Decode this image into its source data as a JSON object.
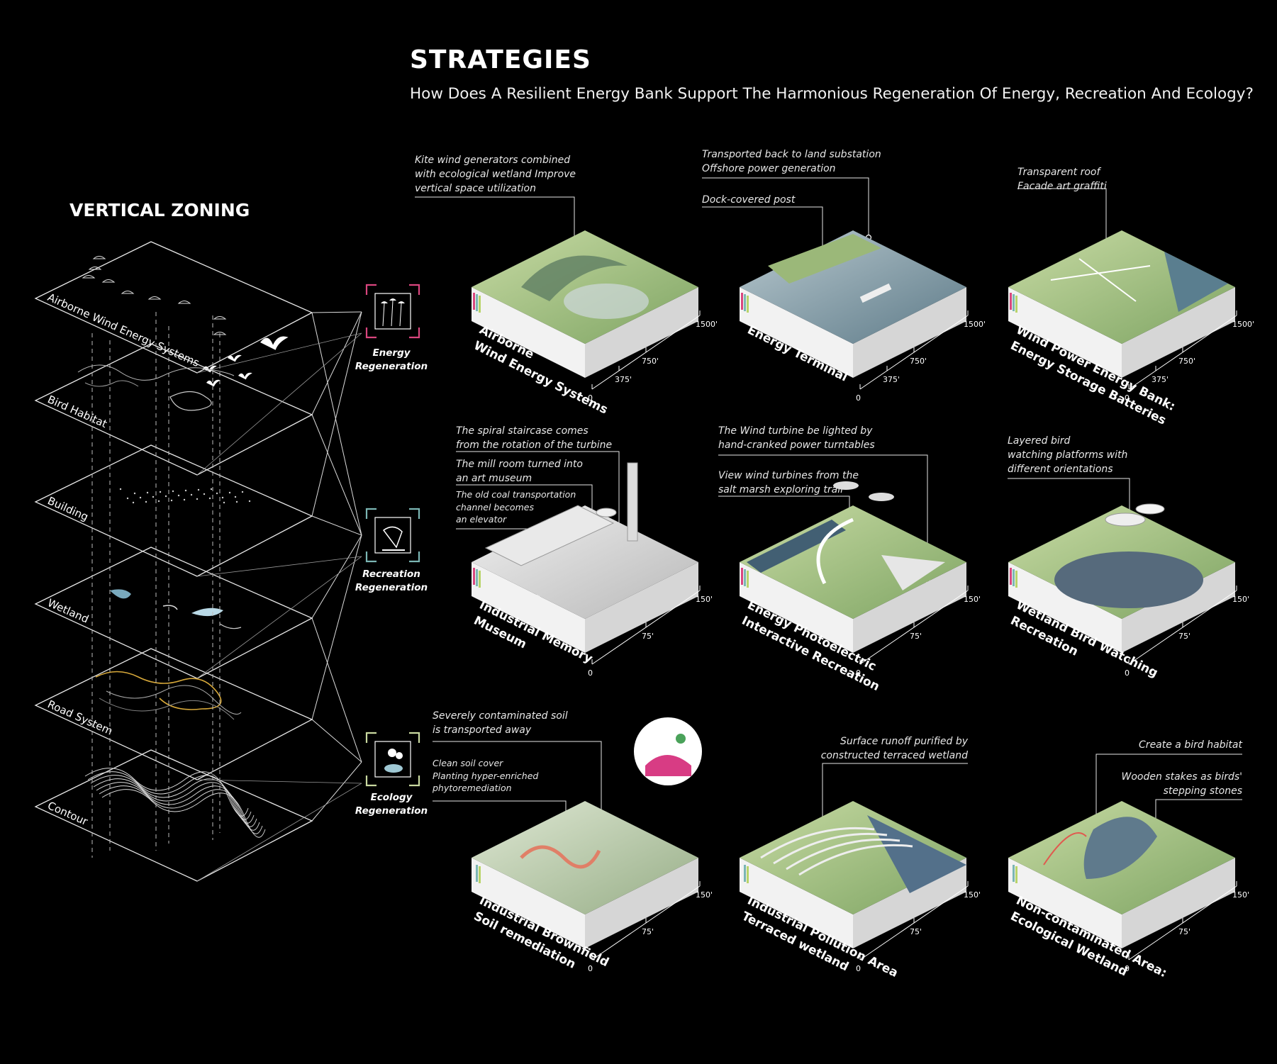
{
  "header": {
    "title": "STRATEGIES",
    "subtitle": "How Does A Resilient Energy Bank Support The Harmonious Regeneration Of Energy, Recreation And Ecology?"
  },
  "vertical_zoning": {
    "title": "VERTICAL ZONING",
    "layers": [
      "Airborne Wind Energy Systems",
      "Bird Habitat",
      "Building",
      "Wetland",
      "Road System",
      "Contour"
    ]
  },
  "regeneration": [
    {
      "line1": "Energy",
      "line2": "Regeneration",
      "color": "#d9467e"
    },
    {
      "line1": "Recreation",
      "line2": "Regeneration",
      "color": "#7bb6b4"
    },
    {
      "line1": "Ecology",
      "line2": "Regeneration",
      "color": "#c9d9a0"
    }
  ],
  "blocks": [
    {
      "label1": "Airborne",
      "label2": "Wind Energy Systems",
      "scale": [
        "0",
        "375'",
        "750'",
        "1500'"
      ]
    },
    {
      "label1": "Energy Terminal",
      "label2": "",
      "scale": [
        "0",
        "375'",
        "750'",
        "1500'"
      ]
    },
    {
      "label1": "Wind Power Energy Bank:",
      "label2": "Energy Storage Batteries",
      "scale": [
        "0",
        "375'",
        "750'",
        "1500'"
      ]
    },
    {
      "label1": "Industrial Memory",
      "label2": "Museum",
      "scale": [
        "0",
        "75'",
        "150'"
      ]
    },
    {
      "label1": "Energy Photoelectric",
      "label2": "Interactive Recreation",
      "scale": [
        "0",
        "75'",
        "150'"
      ]
    },
    {
      "label1": "Wetland Bird Watching",
      "label2": "Recreation",
      "scale": [
        "0",
        "75'",
        "150'"
      ]
    },
    {
      "label1": "Industrial Brownfield",
      "label2": "Soil remediation",
      "scale": [
        "0",
        "75'",
        "150'"
      ]
    },
    {
      "label1": "Industrial Pollution Area",
      "label2": "Terraced wetland",
      "scale": [
        "0",
        "75'",
        "150'"
      ]
    },
    {
      "label1": "Non-contaminated Area:",
      "label2": "Ecological Wetland",
      "scale": [
        "0",
        "75'",
        "150'"
      ]
    }
  ],
  "annotations": {
    "a1": "Kite wind generators combined\nwith ecological wetland Improve\nvertical space utilization",
    "a2": "Transported back to land substation\nOffshore power generation",
    "a3": "Dock-covered post",
    "a4": "Transparent roof\nFacade art graffiti",
    "a5": "The spiral staircase comes\nfrom the rotation of the turbine",
    "a6": "The mill room turned into\nan art museum",
    "a7": "The old coal transportation\nchannel becomes\nan elevator",
    "a8": "The Wind turbine be lighted by\nhand-cranked power turntables",
    "a9": "View wind turbines from the\nsalt marsh exploring trail",
    "a10": "Layered bird\nwatching platforms with\ndifferent orientations",
    "a11": "Severely contaminated soil\nis transported away",
    "a12": "Clean soil cover\nPlanting hyper-enriched\nphytoremediation",
    "a13": "Surface runoff purified by\nconstructed terraced wetland",
    "a14": "Create a bird habitat",
    "a15": "Wooden stakes as birds'\nstepping stones"
  },
  "colors": {
    "pink": "#d9467e",
    "teal": "#7bb6b4",
    "lime": "#b9d46a",
    "vegetation": "#8fb36b",
    "water": "#6f8c99"
  }
}
